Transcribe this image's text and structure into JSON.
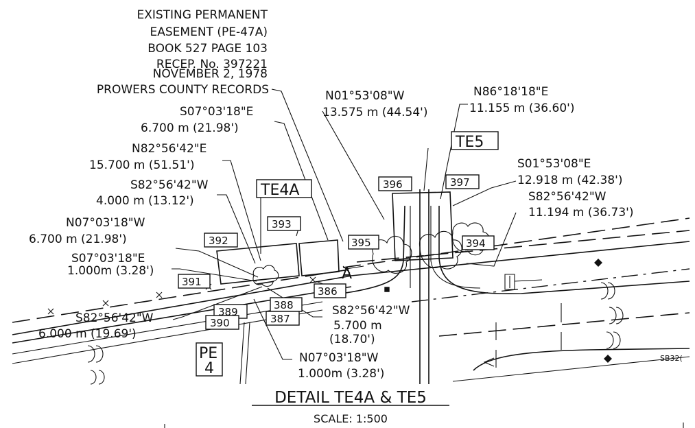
{
  "easement_note": {
    "lines": [
      "EXISTING PERMANENT",
      "EASEMENT (PE-47A)",
      "BOOK 527 PAGE 103",
      "RECEP. No. 397221",
      "NOVEMBER 2, 1978",
      "PROWERS COUNTY RECORDS"
    ]
  },
  "bearings": [
    {
      "bearing": "N01°53'08\"W",
      "distance": "13.575 m (44.54')"
    },
    {
      "bearing": "N86°18'18\"E",
      "distance": "11.155 m (36.60')"
    },
    {
      "bearing": "S07°03'18\"E",
      "distance": "6.700 m (21.98')"
    },
    {
      "bearing": "N82°56'42\"E",
      "distance": "15.700 m (51.51')"
    },
    {
      "bearing": "S82°56'42\"W",
      "distance": "4.000 m (13.12')"
    },
    {
      "bearing": "S01°53'08\"E",
      "distance": "12.918 m (42.38')"
    },
    {
      "bearing": "S82°56'42\"W",
      "distance": "11.194 m (36.73')"
    },
    {
      "bearing": "N07°03'18\"W",
      "distance": "6.700 m (21.98')"
    },
    {
      "bearing": "S07°03'18\"E",
      "distance": "1.000m (3.28')"
    },
    {
      "bearing": "S82°56'42\"W",
      "distance": "6.000 m (19.69')"
    },
    {
      "bearing": "S82°56'42\"W",
      "distance": "5.700 m",
      "distance2": "(18.70')"
    },
    {
      "bearing": "N07°03'18\"W",
      "distance": "1.000m (3.28')"
    }
  ],
  "parcel_tags": {
    "te4a": "TE4A",
    "te5": "TE5",
    "pe4_line1": "PE",
    "pe4_line2": "4"
  },
  "points": [
    "396",
    "397",
    "393",
    "392",
    "395",
    "394",
    "391",
    "386",
    "389",
    "388",
    "390",
    "387"
  ],
  "misc_marks": {
    "baseline_a": "A",
    "sb_label": "SB32("
  },
  "title": {
    "detail": "DETAIL TE4A & TE5",
    "scale": "SCALE: 1:500"
  }
}
